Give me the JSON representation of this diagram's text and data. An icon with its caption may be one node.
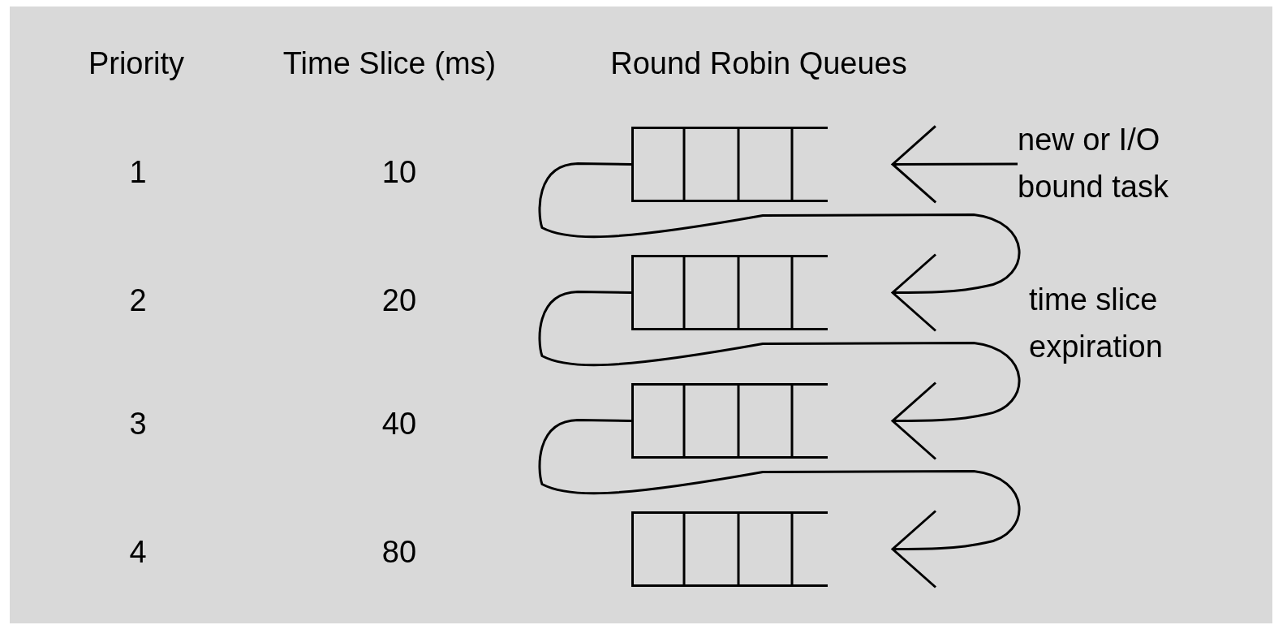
{
  "diagram": {
    "nodes": [
      {
        "text": [],
        "shape": "box"
      },
      {
        "text": [],
        "shape": "box"
      },
      {
        "text": [],
        "shape": "box"
      },
      {
        "text": [],
        "shape": "box"
      },
      {
        "text": [
          "new or I/O bound task"
        ]
      }
    ],
    "edges": [
      {
        "from": 4,
        "to": 0,
        "arrow": "to"
      },
      {
        "from": 0,
        "to": 1,
        "arrow": "to"
      },
      {
        "from": 1,
        "to": 2,
        "arrow": "to"
      },
      {
        "from": 2,
        "to": 3,
        "arrow": "to"
      }
    ],
    "labels": [
      "Priority",
      "Time Slice (ms)",
      "Round Robin Queues",
      "1",
      "10",
      "2",
      "20",
      "3",
      "40",
      "4",
      "80",
      "time slice expiration"
    ]
  }
}
